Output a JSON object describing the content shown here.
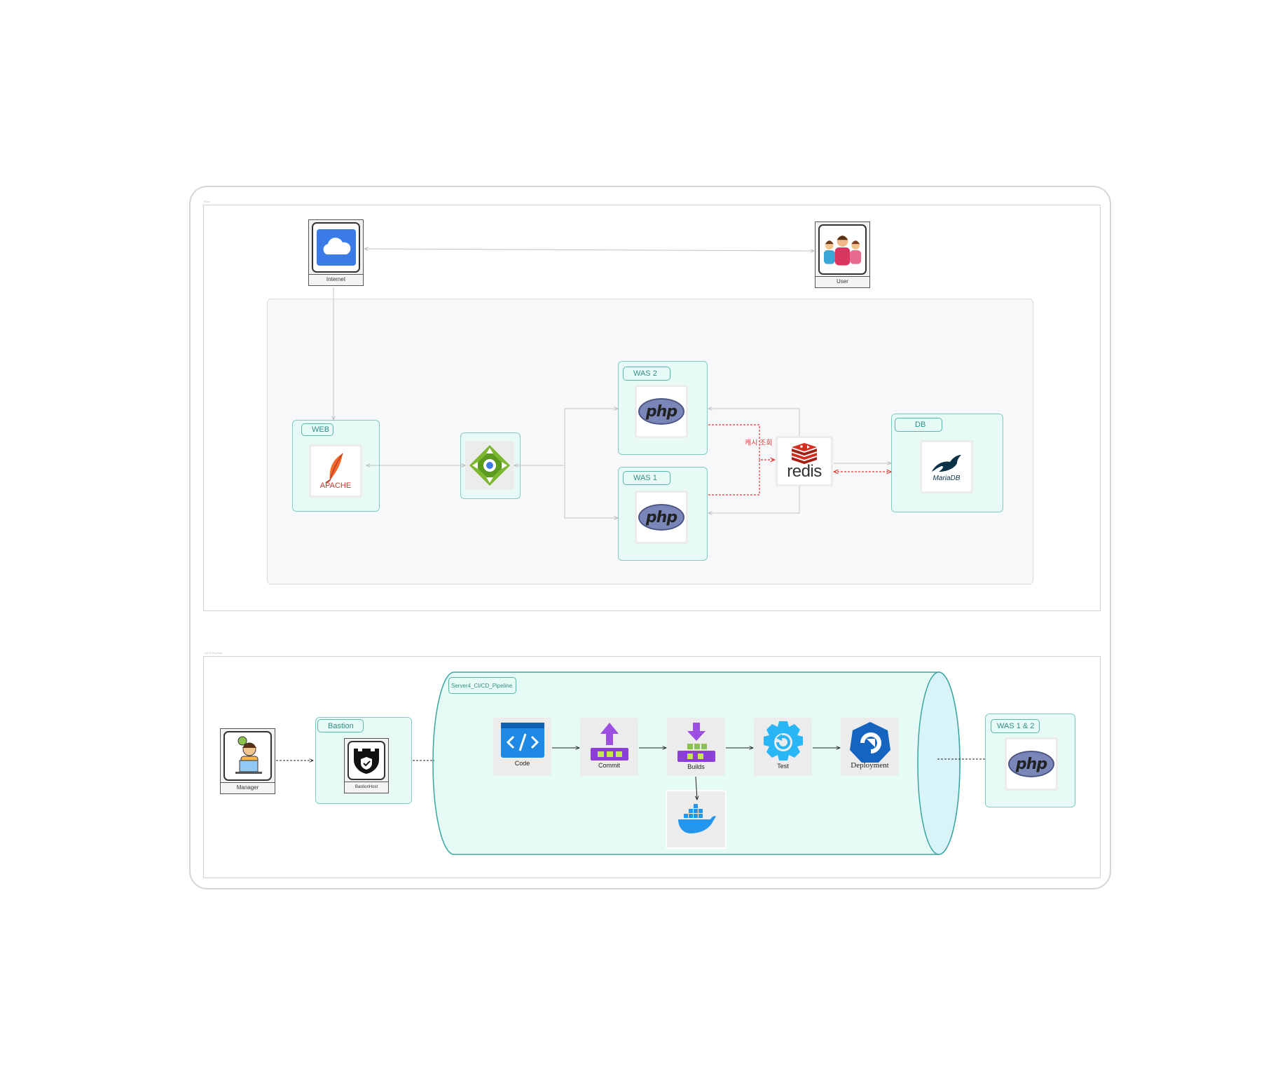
{
  "top_section": {
    "caption": "Flow",
    "internet_label": "Internet",
    "user_label": "User",
    "web_tag": "WEB",
    "apache_text": "APACHE",
    "was2_tag": "WAS 2",
    "was1_tag": "WAS 1",
    "php_text": "php",
    "redis_text": "redis",
    "cache_annotation": "캐시 조회",
    "db_tag": "DB",
    "mariadb_text": "MariaDB"
  },
  "bottom_section": {
    "caption": "CI/CD Pipeline",
    "manager_label": "Manager",
    "bastion_tag": "Bastion",
    "bastion_host_label": "BastionHost",
    "pipeline_tag": "Server4_CI/CD_Pipeline",
    "steps": [
      {
        "label": "Code",
        "icon": "code-icon"
      },
      {
        "label": "Commit",
        "icon": "commit-upload-icon"
      },
      {
        "label": "Builds",
        "icon": "builds-download-icon"
      },
      {
        "label": "Test",
        "icon": "test-gear-icon"
      },
      {
        "label": "Deployment",
        "icon": "deployment-icon"
      }
    ],
    "docker_icon": "docker-icon",
    "was12_tag": "WAS 1 & 2",
    "php_text": "php"
  },
  "colors": {
    "group_fill": "#e8faf5",
    "group_border": "#7fcdc2",
    "cache_line": "#e53935",
    "pipeline_fill": "#e6faf6",
    "pipeline_border": "#3aa6a0"
  }
}
